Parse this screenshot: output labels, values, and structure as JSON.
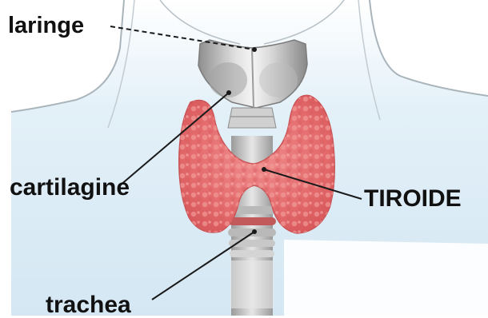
{
  "labels": {
    "laringe": "laringe",
    "cartilagine": "cartilagine",
    "tiroide": "TIROIDE",
    "trachea": "trachea"
  },
  "colors": {
    "background": "#ffffff",
    "skin_shade": "#dcebf4",
    "neck_outline": "#a9b4bb",
    "thyroid": "#e8787a",
    "cartilage": "#c9c9c9",
    "trachea_ring": "#b9b9b9",
    "leader_line": "#1a1a1a"
  }
}
